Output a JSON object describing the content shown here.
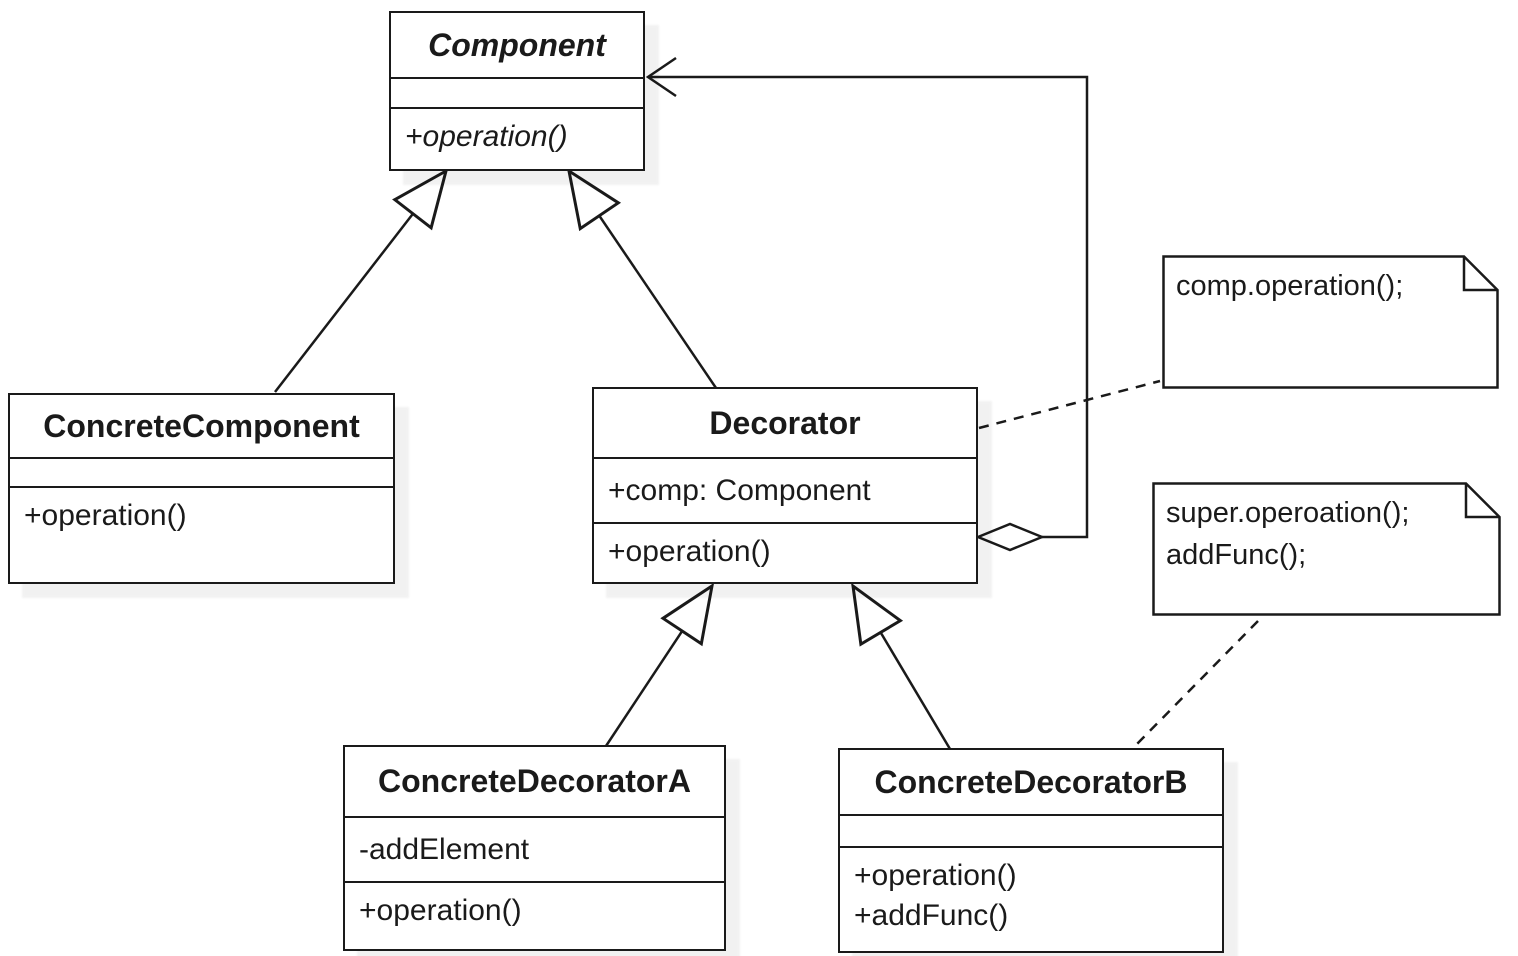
{
  "diagram": {
    "kind": "uml-class-diagram",
    "pattern": "Decorator"
  },
  "classes": {
    "component": {
      "name": "Component",
      "abstract": true,
      "attributes": [],
      "methods": [
        "+operation()"
      ]
    },
    "concrete_component": {
      "name": "ConcreteComponent",
      "abstract": false,
      "attributes": [],
      "methods": [
        "+operation()"
      ]
    },
    "decorator": {
      "name": "Decorator",
      "abstract": false,
      "attributes": [
        "+comp: Component"
      ],
      "methods": [
        "+operation()"
      ]
    },
    "concrete_decorator_a": {
      "name": "ConcreteDecoratorA",
      "abstract": false,
      "attributes": [
        "-addElement"
      ],
      "methods": [
        "+operation()"
      ]
    },
    "concrete_decorator_b": {
      "name": "ConcreteDecoratorB",
      "abstract": false,
      "attributes": [],
      "methods": [
        "+operation()",
        "+addFunc()"
      ]
    }
  },
  "notes": [
    {
      "lines": [
        "comp.operation();"
      ],
      "attached_to": "Decorator"
    },
    {
      "lines": [
        "super.operoation();",
        "addFunc();"
      ],
      "attached_to": "ConcreteDecoratorB"
    }
  ],
  "relationships": [
    {
      "type": "generalization",
      "from": "ConcreteComponent",
      "to": "Component"
    },
    {
      "type": "generalization",
      "from": "Decorator",
      "to": "Component"
    },
    {
      "type": "generalization",
      "from": "ConcreteDecoratorA",
      "to": "Decorator"
    },
    {
      "type": "generalization",
      "from": "ConcreteDecoratorB",
      "to": "Decorator"
    },
    {
      "type": "aggregation",
      "from": "Decorator",
      "to": "Component"
    }
  ],
  "colors": {
    "stroke": "#1a1a1a",
    "box_fill": "#ffffff",
    "background": "#ffffff"
  }
}
